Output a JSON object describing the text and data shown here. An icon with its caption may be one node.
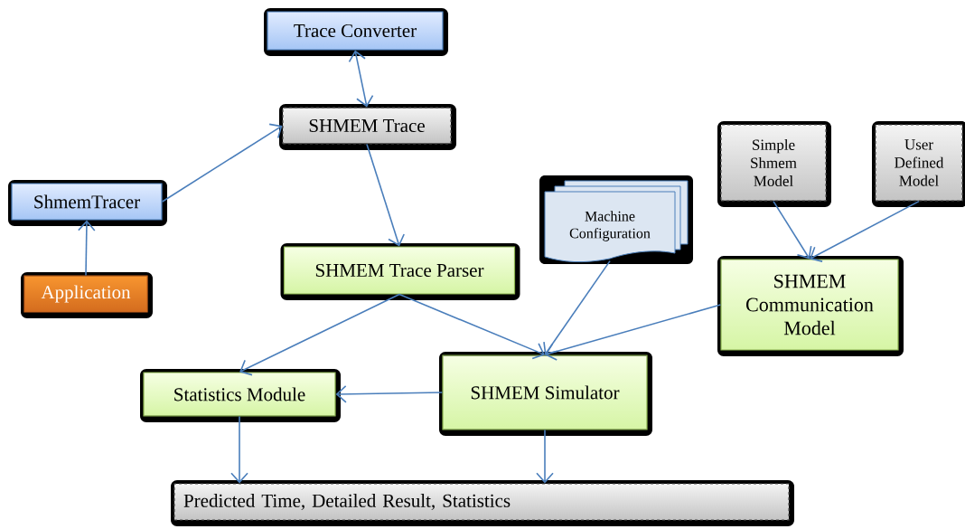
{
  "diagram": {
    "nodes": [
      {
        "text": [
          "Trace Converter"
        ]
      },
      {
        "text": [
          "SHMEM Trace"
        ]
      },
      {
        "text": [
          "ShmemTracer"
        ]
      },
      {
        "text": [
          "Application"
        ]
      },
      {
        "text": [
          "SHMEM Trace Parser"
        ]
      },
      {
        "text": [
          "Machine Configuration"
        ]
      },
      {
        "text": [
          "Simple Shmem Model"
        ]
      },
      {
        "text": [
          "User Defined Model"
        ]
      },
      {
        "text": [
          "SHMEM Communication Model"
        ]
      },
      {
        "text": [
          "Statistics Module"
        ]
      },
      {
        "text": [
          "SHMEM Simulator"
        ]
      },
      {
        "text": [
          "Predicted Time, Detailed Result, Statistics"
        ]
      }
    ],
    "edges": [
      {
        "from": 0,
        "to": 1,
        "arrow": "both"
      },
      {
        "from": 2,
        "to": 1,
        "arrow": "to"
      },
      {
        "from": 3,
        "to": 2,
        "arrow": "to"
      },
      {
        "from": 1,
        "to": 4,
        "arrow": "to"
      },
      {
        "from": 4,
        "to": 9,
        "arrow": "to"
      },
      {
        "from": 4,
        "to": 10,
        "arrow": "to"
      },
      {
        "from": 5,
        "to": 10,
        "arrow": "to"
      },
      {
        "from": 8,
        "to": 10,
        "arrow": "to"
      },
      {
        "from": 6,
        "to": 8,
        "arrow": "to"
      },
      {
        "from": 7,
        "to": 8,
        "arrow": "to"
      },
      {
        "from": 10,
        "to": 9,
        "arrow": "to"
      },
      {
        "from": 9,
        "to": 11,
        "arrow": "to"
      },
      {
        "from": 10,
        "to": 11,
        "arrow": "to"
      }
    ]
  }
}
